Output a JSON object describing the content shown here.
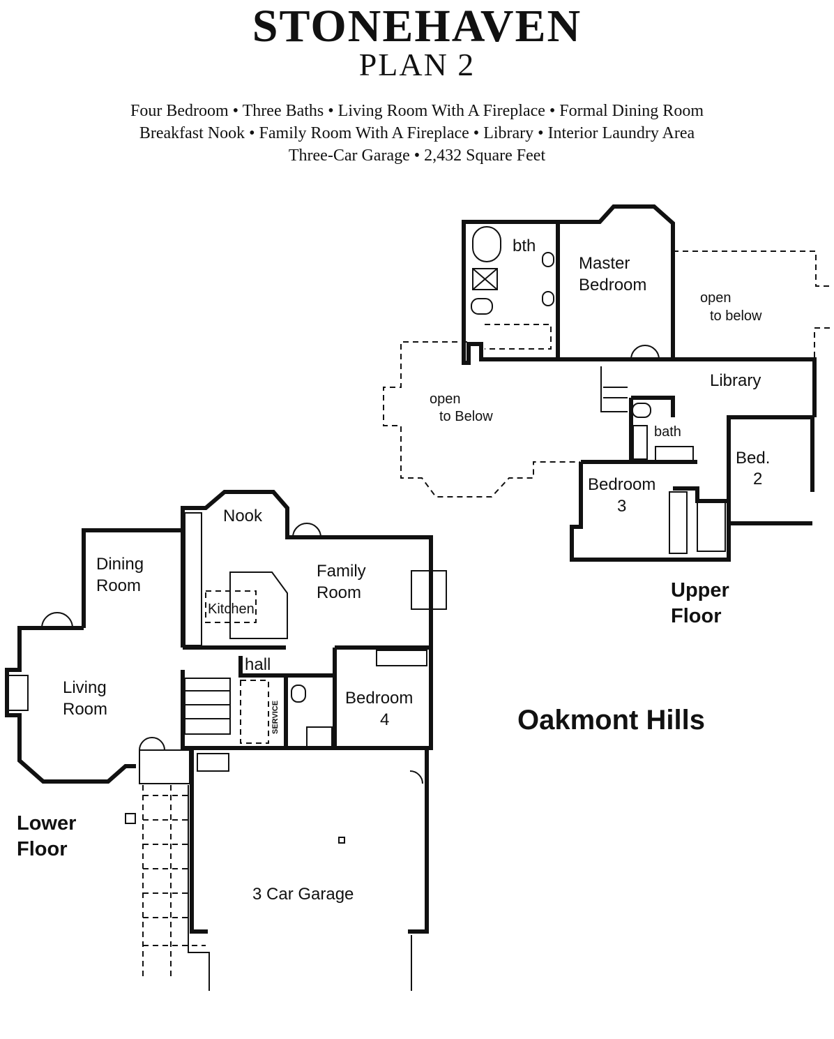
{
  "header": {
    "title": "STONEHAVEN",
    "plan": "PLAN 2",
    "features_line1": "Four Bedroom • Three Baths • Living Room With A Fireplace • Formal Dining Room",
    "features_line2": "Breakfast Nook • Family Room With A Fireplace • Library • Interior Laundry Area",
    "features_line3": "Three-Car Garage • 2,432 Square Feet"
  },
  "upper_floor": {
    "label_line1": "Upper",
    "label_line2": "Floor",
    "rooms": {
      "bth": "bth",
      "master_line1": "Master",
      "master_line2": "Bedroom",
      "open_right_line1": "open",
      "open_right_line2": "to below",
      "open_left_line1": "open",
      "open_left_line2": "to Below",
      "library": "Library",
      "bath": "bath",
      "bed2_line1": "Bed.",
      "bed2_line2": "2",
      "bedroom3_line1": "Bedroom",
      "bedroom3_line2": "3"
    }
  },
  "lower_floor": {
    "label_line1": "Lower",
    "label_line2": "Floor",
    "rooms": {
      "nook": "Nook",
      "dining_line1": "Dining",
      "dining_line2": "Room",
      "family_line1": "Family",
      "family_line2": "Room",
      "kitchen": "Kitchen",
      "hall": "hall",
      "living_line1": "Living",
      "living_line2": "Room",
      "bedroom4_line1": "Bedroom",
      "bedroom4_line2": "4",
      "service": "SERVICE",
      "garage": "3 Car Garage"
    }
  },
  "community": "Oakmont Hills"
}
